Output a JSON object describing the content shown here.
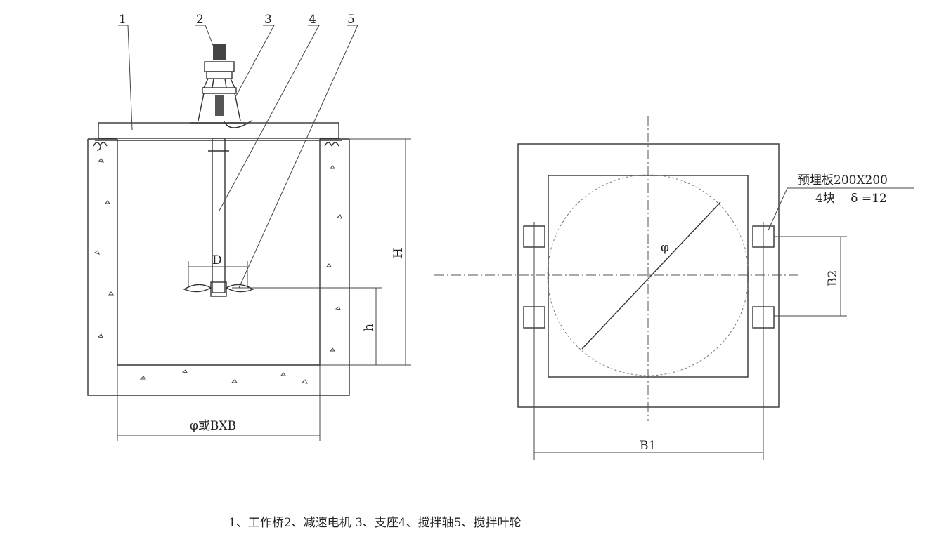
{
  "part_labels": [
    "1",
    "2",
    "3",
    "4",
    "5"
  ],
  "dimensions": {
    "impeller_diameter": "D",
    "tank_depth": "H",
    "impeller_height": "h",
    "tank_size": "φ或BXB",
    "diagonal": "φ",
    "b1": "B1",
    "b2": "B2"
  },
  "embedded_plate": {
    "line1": "预埋板200X200",
    "line2": "4块　 δ =12"
  },
  "caption": "1、工作桥2、减速电机 3、支座4、搅拌轴5、搅拌叶轮"
}
